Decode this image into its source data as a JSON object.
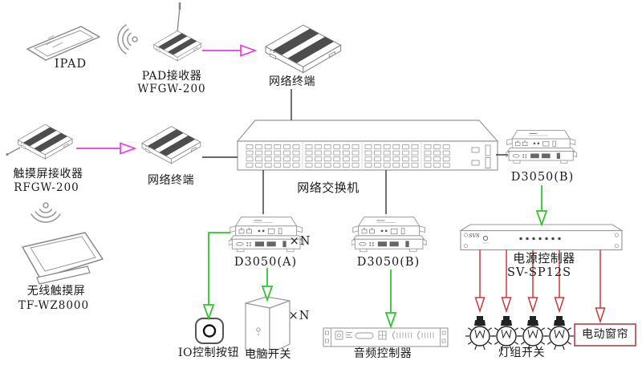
{
  "diagram": {
    "nodes": {
      "ipad": {
        "label": "IPAD"
      },
      "pad_receiver": {
        "label": "PAD接收器",
        "model": "WFGW-200"
      },
      "network_terminal_top": {
        "label": "网络终端"
      },
      "touch_receiver": {
        "label": "触摸屏接收器",
        "model": "RFGW-200"
      },
      "network_terminal_left": {
        "label": "网络终端"
      },
      "wireless_touchscreen": {
        "label": "无线触摸屏",
        "model": "TF-WZ8000"
      },
      "network_switch": {
        "label": "网络交换机"
      },
      "d3050_a": {
        "label": "D3050(A)",
        "multiplier": "×N"
      },
      "d3050_b_mid": {
        "label": "D3050(B)"
      },
      "d3050_b_right": {
        "label": "D3050(B)"
      },
      "power_controller": {
        "label": "电源控制器",
        "model": "SV-SP12S",
        "logo": "SVS"
      },
      "io_button": {
        "label": "IO控制按钮"
      },
      "pc_switch": {
        "label": "电脑开关",
        "multiplier": "×N"
      },
      "audio_controller": {
        "label": "音频控制器"
      },
      "lamp_group": {
        "label": "灯组开关"
      },
      "curtain": {
        "label": "电动窗帘"
      }
    },
    "link_colors": {
      "wireless": "#e83ce8",
      "network": "#333333",
      "control": "#2fc42f",
      "power": "#cc3939",
      "curtain_border": "#a84545"
    }
  }
}
